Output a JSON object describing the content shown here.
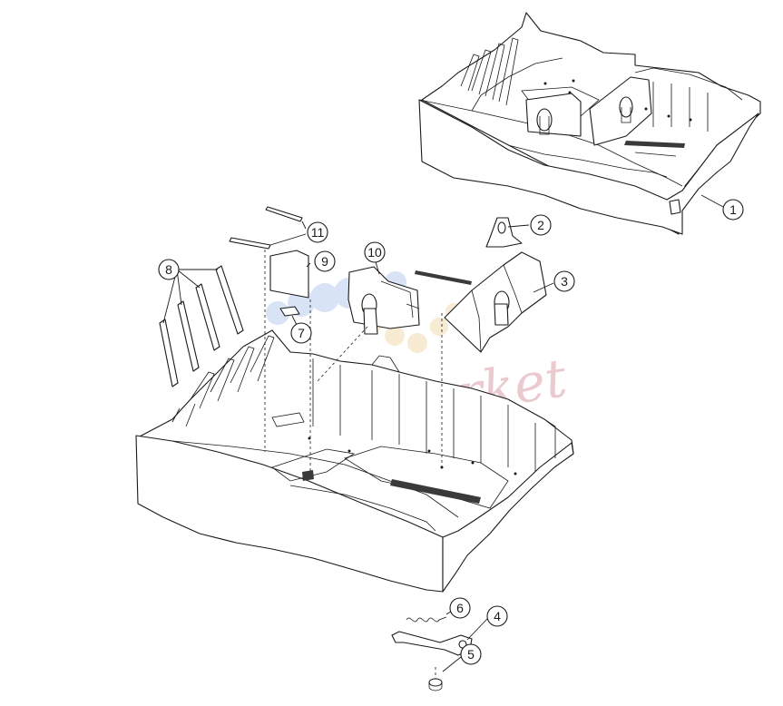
{
  "diagram": {
    "callouts": [
      {
        "id": "callout-1",
        "label": "1"
      },
      {
        "id": "callout-2",
        "label": "2"
      },
      {
        "id": "callout-3",
        "label": "3"
      },
      {
        "id": "callout-4",
        "label": "4"
      },
      {
        "id": "callout-5",
        "label": "5"
      },
      {
        "id": "callout-6",
        "label": "6"
      },
      {
        "id": "callout-7",
        "label": "7"
      },
      {
        "id": "callout-8",
        "label": "8"
      },
      {
        "id": "callout-9",
        "label": "9"
      },
      {
        "id": "callout-10",
        "label": "10"
      },
      {
        "id": "callout-11",
        "label": "11"
      }
    ],
    "watermark": {
      "text": "Ink-Market",
      "color": "#d9a0a8",
      "dot_colors": [
        "#b9cdf0",
        "#f3dcb0"
      ]
    },
    "line_color": "#1a1a1a",
    "background": "#ffffff"
  }
}
